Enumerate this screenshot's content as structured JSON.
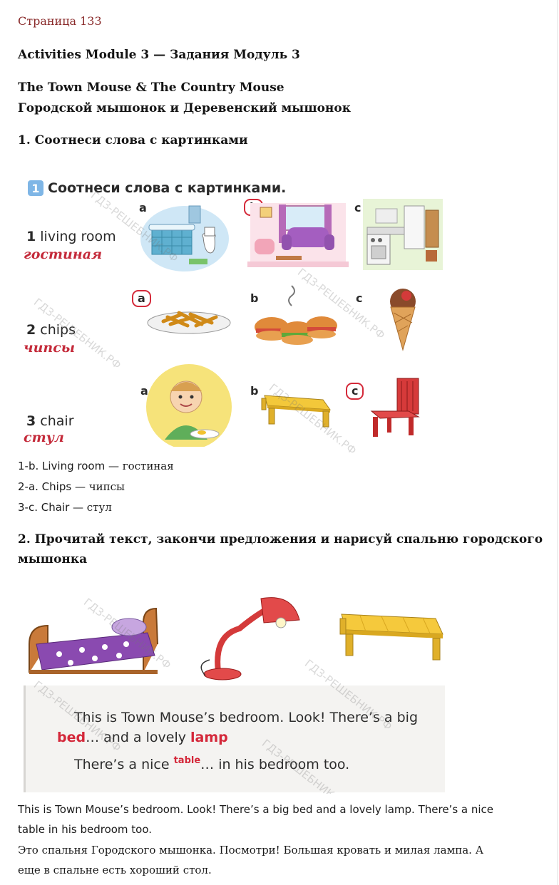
{
  "page_label": "Страница 133",
  "heading_module": "Activities Module 3 — Задания Модуль 3",
  "heading_title_en": "The Town Mouse & The Country Mouse",
  "heading_title_ru": "Городской мышонок и Деревенский мышонок",
  "task1_heading": "1. Соотнеси слова с картинками",
  "pic1": {
    "badge": "1",
    "title": "Соотнеси слова с картинками.",
    "rows": [
      {
        "num": "1",
        "word": "living room",
        "ru": "гостиная",
        "a": "a",
        "b": "b",
        "c": "c",
        "circled": "b"
      },
      {
        "num": "2",
        "word": "chips",
        "ru": "чипсы",
        "a": "a",
        "b": "b",
        "c": "c",
        "circled": "a"
      },
      {
        "num": "3",
        "word": "chair",
        "ru": "стул",
        "a": "a",
        "b": "b",
        "c": "c",
        "circled": "c"
      }
    ],
    "watermark": "ГДЗ-РЕШЕБНИК.РФ"
  },
  "answers": [
    {
      "en": "1-b. Living room",
      "ru": " — гостиная"
    },
    {
      "en": "2-a. Chips",
      "ru": " — чипсы"
    },
    {
      "en": "3-c. Chair",
      "ru": " — стул"
    }
  ],
  "task2_heading_line1": "2. Прочитай текст, закончи предложения и нарисуй спальню городского",
  "task2_heading_line2": "мышонка",
  "pic2": {
    "line1": "This is Town Mouse’s bedroom. Look! There’s a big",
    "fill_bed": "bed",
    "line2_mid": "… and a lovely ",
    "fill_lamp": "lamp",
    "line3_a": "There’s a nice ",
    "fill_table": "table",
    "line3_b": "… in his bedroom too.",
    "watermark": "ГДЗ-РЕШЕБНИК.РФ"
  },
  "para_en_line1": "This is Town Mouse’s bedroom. Look! There’s a big bed and a lovely lamp. There’s a nice",
  "para_en_line2": "table in his bedroom too.",
  "para_ru_line1": "Это спальня Городского мышонка. Посмотри! Большая кровать и милая лампа. А",
  "para_ru_line2": "еще в спальне есть хороший стол."
}
